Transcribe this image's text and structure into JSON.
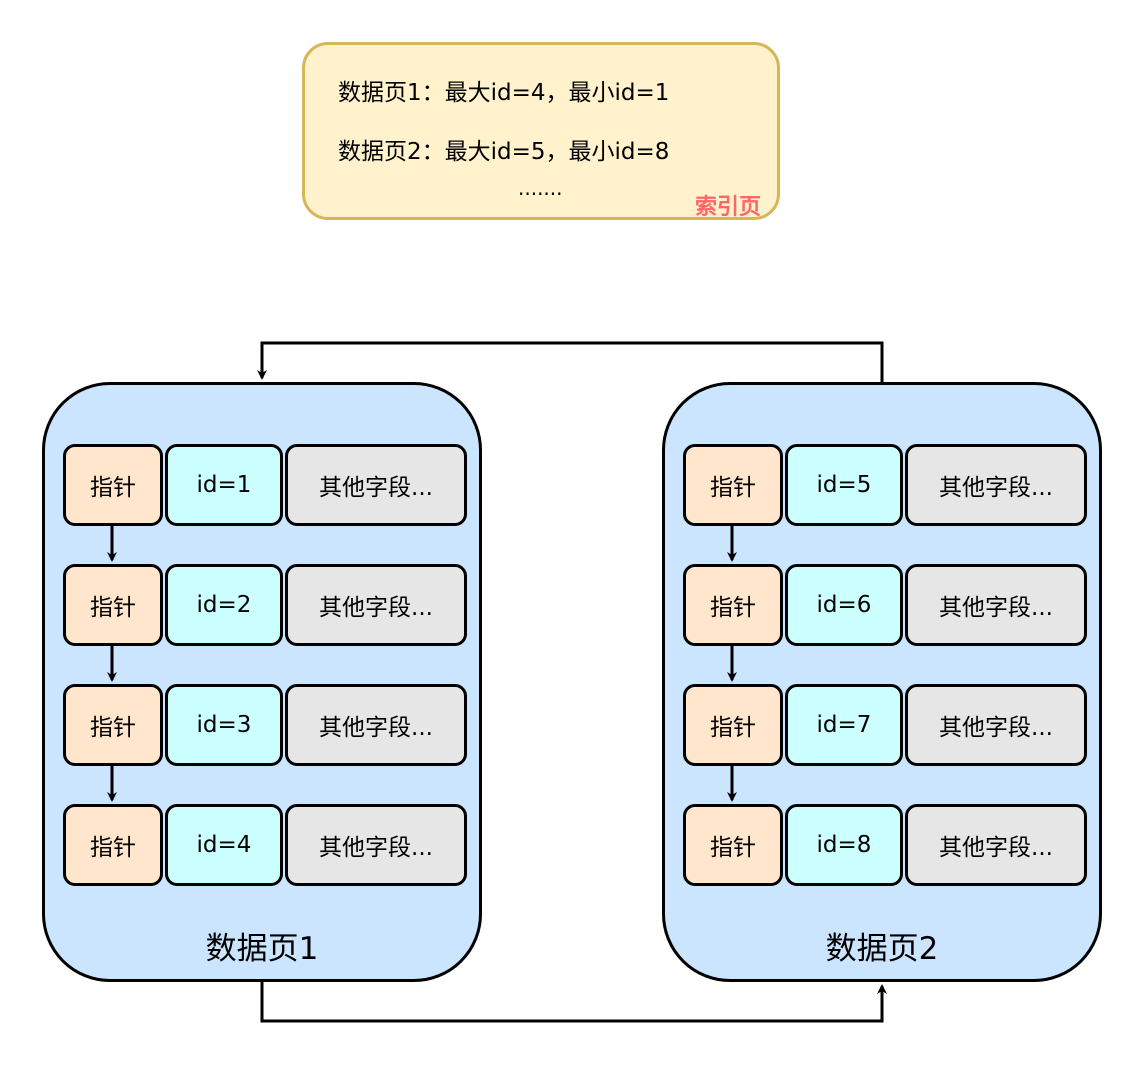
{
  "index_page": {
    "line1": "数据页1：最大id=4，最小id=1",
    "line2": "数据页2：最大id=5，最小id=8",
    "ellipsis": ".......",
    "label": "索引页"
  },
  "data_pages": [
    {
      "title": "数据页1",
      "rows": [
        {
          "pointer": "指针",
          "id": "id=1",
          "other": "其他字段..."
        },
        {
          "pointer": "指针",
          "id": "id=2",
          "other": "其他字段..."
        },
        {
          "pointer": "指针",
          "id": "id=3",
          "other": "其他字段..."
        },
        {
          "pointer": "指针",
          "id": "id=4",
          "other": "其他字段..."
        }
      ]
    },
    {
      "title": "数据页2",
      "rows": [
        {
          "pointer": "指针",
          "id": "id=5",
          "other": "其他字段..."
        },
        {
          "pointer": "指针",
          "id": "id=6",
          "other": "其他字段..."
        },
        {
          "pointer": "指针",
          "id": "id=7",
          "other": "其他字段..."
        },
        {
          "pointer": "指针",
          "id": "id=8",
          "other": "其他字段..."
        }
      ]
    }
  ],
  "colors": {
    "index_fill": "#fff2cc",
    "index_border": "#d6b656",
    "index_label": "#ff6666",
    "page_fill": "#cce5ff",
    "pointer_fill": "#ffe6cc",
    "id_fill": "#ccffff",
    "other_fill": "#e6e6e6"
  }
}
